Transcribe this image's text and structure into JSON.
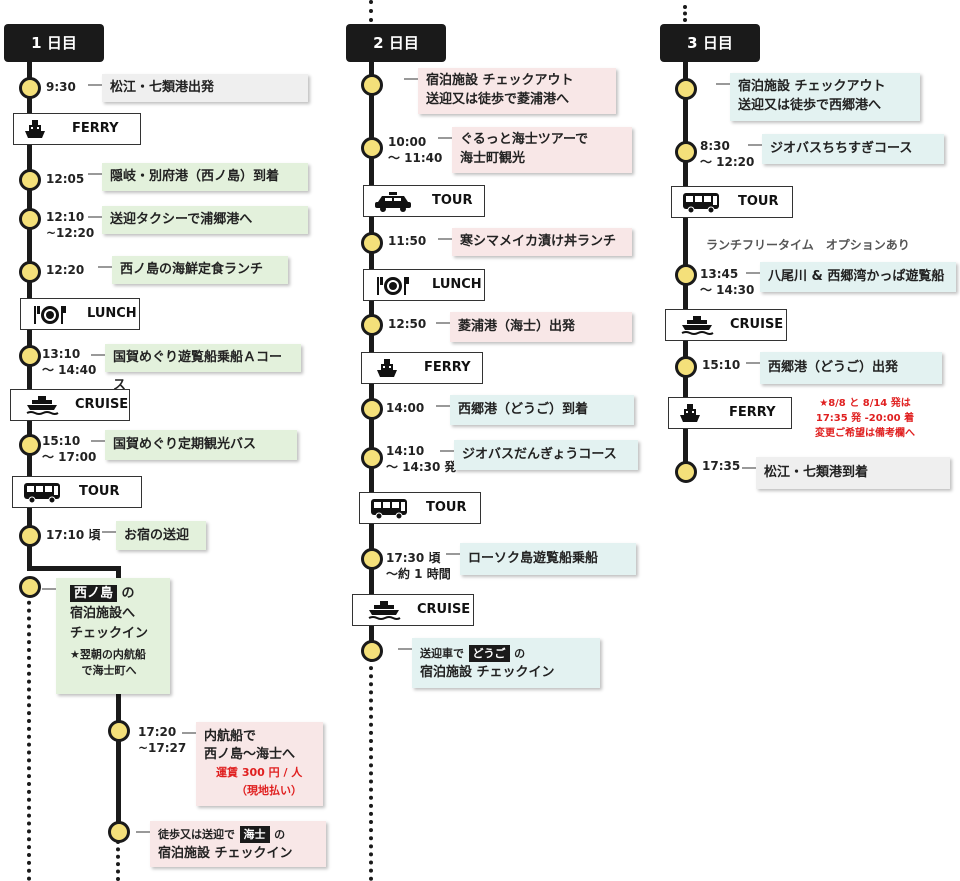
{
  "days": [
    {
      "label": "1 日目"
    },
    {
      "label": "2 日目"
    },
    {
      "label": "3 日目"
    }
  ],
  "transport": {
    "ferry": "FERRY",
    "lunch": "LUNCH",
    "cruise": "CRUISE",
    "tour": "TOUR"
  },
  "day1": {
    "e1": {
      "time": "9:30",
      "text": "松江・七類港出発"
    },
    "e2": {
      "time": "12:05",
      "text": "隠岐・別府港（西ノ島）到着"
    },
    "e3": {
      "time1": "12:10",
      "time2": "~12:20",
      "text": "送迎タクシーで浦郷港へ"
    },
    "e4": {
      "time": "12:20",
      "text": "西ノ島の海鮮定食ランチ"
    },
    "e5": {
      "time1": "13:10",
      "time2": "～ 14:40",
      "text": "国賀めぐり遊覧船乗船Ａコース"
    },
    "e6": {
      "time1": "15:10",
      "time2": "～ 17:00",
      "text": "国賀めぐり定期観光バス"
    },
    "e7": {
      "time": "17:10 頃",
      "text": "お宿の送迎"
    },
    "e8": {
      "tag": "西ノ島",
      "tag_suffix": "の",
      "line2": "宿泊施設へ",
      "line3": "チェックイン",
      "line4": "★翌朝の内航船",
      "line5": "で海士町へ"
    },
    "e9": {
      "time1": "17:20",
      "time2": "~17:27",
      "line1": "内航船で",
      "line2": "西ノ島～海士へ",
      "line3": "運賃 300 円 / 人",
      "line4": "（現地払い）"
    },
    "e10": {
      "prefix": "徒歩又は送迎で",
      "tag": "海士",
      "tag_suffix": "の",
      "line2": "宿泊施設 チェックイン"
    }
  },
  "day2": {
    "e1": {
      "line1": "宿泊施設 チェックアウト",
      "line2": "送迎又は徒歩で菱浦港へ"
    },
    "e2": {
      "time1": "10:00",
      "time2": "～ 11:40",
      "line1": "ぐるっと海士ツアーで",
      "line2": "海士町観光"
    },
    "e3": {
      "time": "11:50",
      "text": "寒シマメイカ漬け丼ランチ"
    },
    "e4": {
      "time": "12:50",
      "text": "菱浦港（海士）出発"
    },
    "e5": {
      "time": "14:00",
      "text": "西郷港（どうご）到着"
    },
    "e6": {
      "time1": "14:10",
      "time2": "～ 14:30 発",
      "text": "ジオバスだんぎょうコース"
    },
    "e7": {
      "time1": "17:30 頃",
      "time2": "～約 1 時間",
      "text": "ローソク島遊覧船乗船"
    },
    "e8": {
      "prefix": "送迎車で",
      "tag": "どうご",
      "tag_suffix": "の",
      "line2": "宿泊施設 チェックイン"
    }
  },
  "day3": {
    "e1": {
      "line1": "宿泊施設 チェックアウト",
      "line2": "送迎又は徒歩で西郷港へ"
    },
    "e2": {
      "time1": "8:30",
      "time2": "～ 12:20",
      "text": "ジオバスちちすぎコース"
    },
    "note": "ランチフリータイム　オプションあり",
    "e3": {
      "time1": "13:45",
      "time2": "～ 14:30",
      "text": "八尾川 & 西郷湾かっぱ遊覧船"
    },
    "e4": {
      "time": "15:10",
      "text": "西郷港（どうご）出発"
    },
    "ferry_note1": "★8/8 と 8/14 発は",
    "ferry_note2": "17:35 発 -20:00 着",
    "ferry_note3": "変更ご希望は備考欄へ",
    "e5": {
      "time": "17:35",
      "text": "松江・七類港到着"
    }
  }
}
